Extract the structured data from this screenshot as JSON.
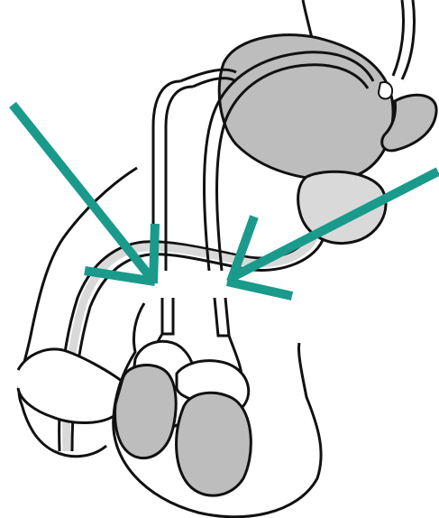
{
  "diagram": {
    "labels": [],
    "colors": {
      "background": "#ffffff",
      "outline": "#111111",
      "organ_fill": "#bdbdbd",
      "vessel_fill": "#ffffff",
      "light_fill": "#d9d9d9",
      "arrow": "#1a9a8a"
    },
    "arrows": [
      {
        "name": "left-arrow",
        "points_to": "left-vas-deferens-cut"
      },
      {
        "name": "right-arrow",
        "points_to": "right-vas-deferens-cut"
      }
    ]
  }
}
